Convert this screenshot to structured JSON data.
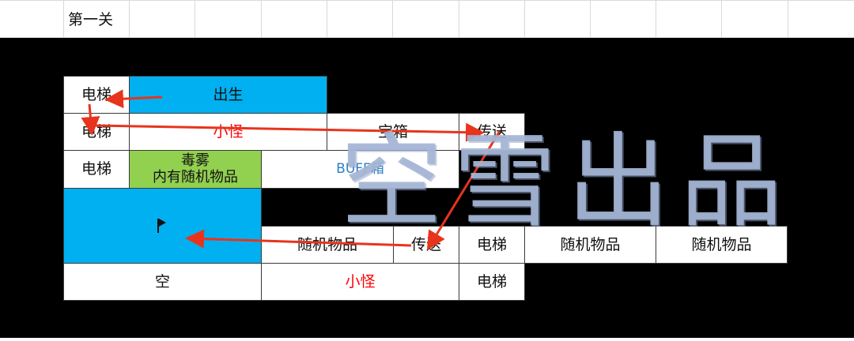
{
  "sheet": {
    "level_title": "第一关"
  },
  "map": {
    "row1": {
      "elevator": "电梯",
      "spawn": "出生"
    },
    "row2": {
      "elevator": "电梯",
      "monster": "小怪",
      "chest": "宝箱",
      "teleport": "传送"
    },
    "row3": {
      "elevator": "电梯",
      "poison": "毒雾\n内有随机物品",
      "buff": "BUFF箱"
    },
    "row4": {
      "goal_icon": "flag-icon",
      "random1": "随机物品",
      "teleport": "传送",
      "elevator": "电梯",
      "random2": "随机物品",
      "random3": "随机物品"
    },
    "row5": {
      "empty": "空",
      "monster": "小怪",
      "elevator": "电梯"
    }
  },
  "colors": {
    "blue_cell": "#00b0f0",
    "green_cell": "#92d050",
    "arrow": "#e8341c",
    "monster_text": "#ff0000",
    "watermark": "#a5b6d5"
  },
  "watermark": {
    "chars": [
      "空",
      "雪",
      "出",
      "品"
    ]
  }
}
